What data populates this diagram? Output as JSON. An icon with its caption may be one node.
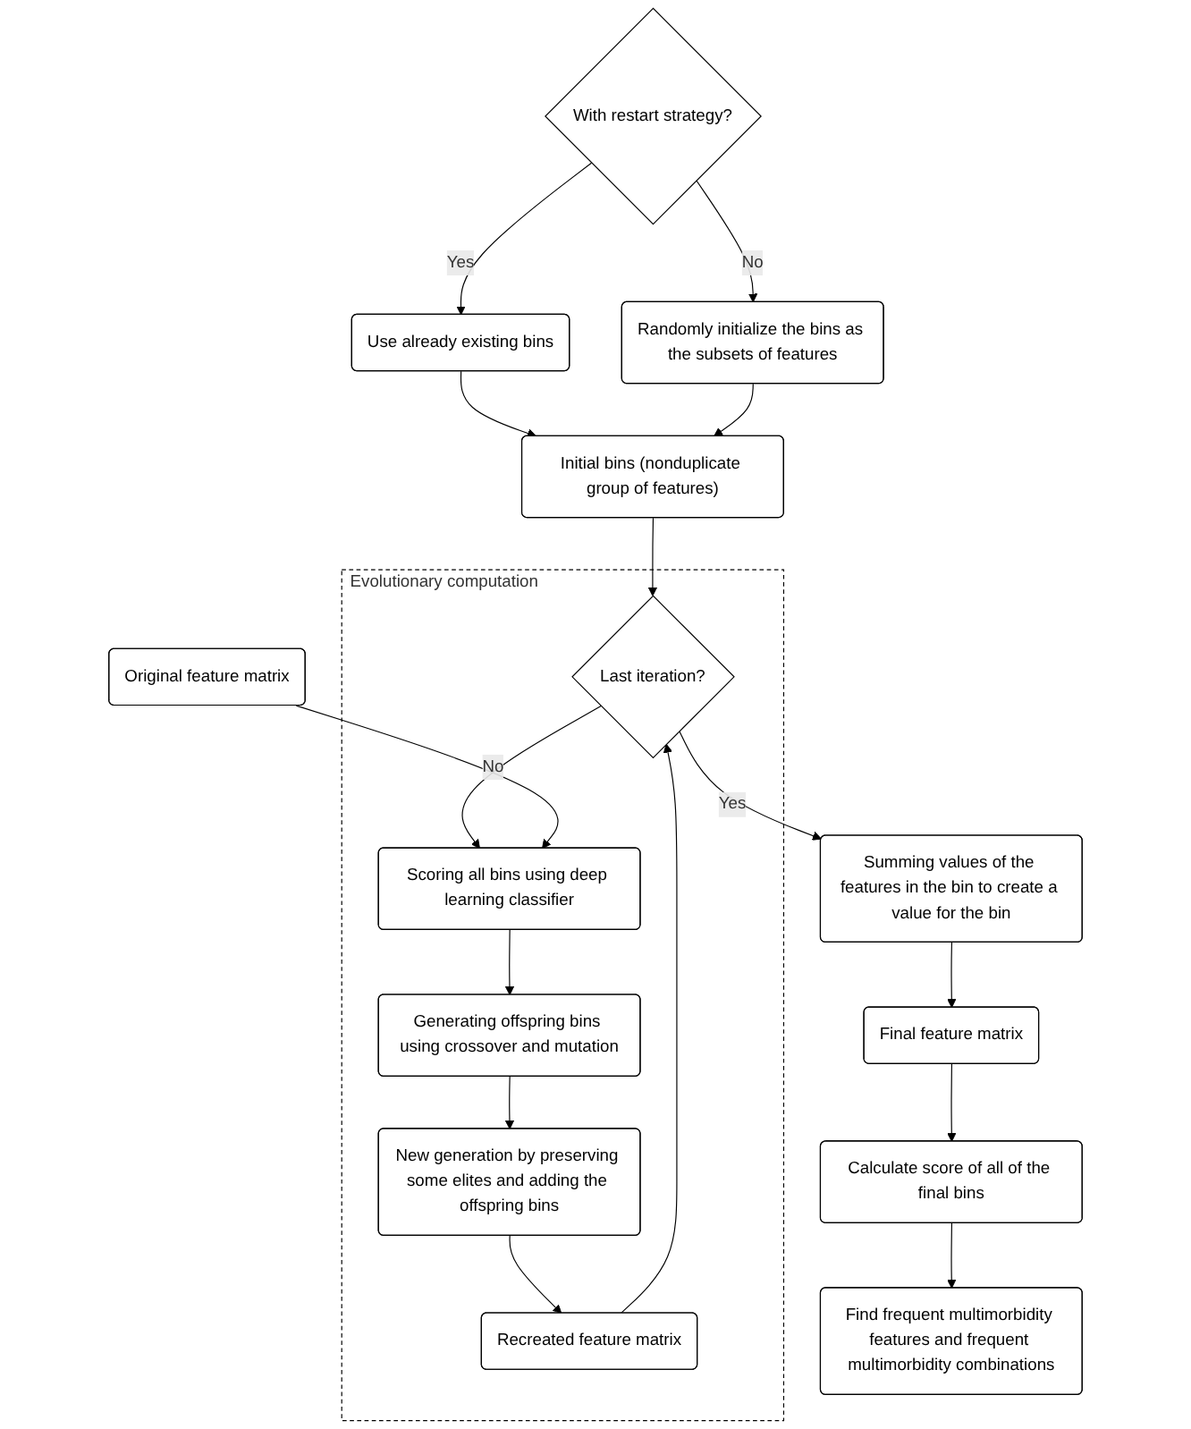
{
  "diagram": {
    "nodes": [
      {
        "text": [
          "With restart strategy?"
        ]
      },
      {
        "text": [
          "Randomly initialize the bins as the subsets of features"
        ]
      },
      {
        "text": [
          "Use already existing bins"
        ]
      },
      {
        "text": [
          "Initial bins (nonduplicate group of features)"
        ]
      },
      {
        "text": [
          "Evolutionary computation"
        ]
      },
      {
        "text": [
          "Recreated feature matrix"
        ],
        "in": 4
      },
      {
        "text": [
          "Last iteration?"
        ],
        "in": 4
      },
      {
        "text": [
          "New generation by preserving some elites and adding the offspring bins"
        ],
        "in": 4
      },
      {
        "text": [
          "Generating offspring bins using crossover and mutation"
        ],
        "in": 4
      },
      {
        "text": [
          "Scoring all bins using deep learning classifier"
        ],
        "in": 4
      },
      {
        "text": [
          "Summing values of the features in the bin to create a value for the bin"
        ]
      },
      {
        "text": [
          "Original feature matrix"
        ]
      },
      {
        "text": [
          "Final feature matrix"
        ]
      },
      {
        "text": [
          "Calculate score of all of the final bins"
        ]
      },
      {
        "text": [
          "Find frequent multimorbidity features and frequent multimorbidity combinations"
        ]
      }
    ],
    "edges": [
      {
        "from": 0,
        "to": 1,
        "arrow": "to",
        "label": "No"
      },
      {
        "from": 0,
        "to": 2,
        "arrow": "to",
        "label": "Yes"
      },
      {
        "from": 2,
        "to": 3,
        "arrow": "to"
      },
      {
        "from": 1,
        "to": 3,
        "arrow": "to"
      },
      {
        "from": 3,
        "to": 6,
        "arrow": "to"
      },
      {
        "from": 5,
        "to": 6,
        "arrow": "to"
      },
      {
        "from": 6,
        "to": 9,
        "arrow": "to",
        "label": "No"
      },
      {
        "from": 6,
        "to": 10,
        "arrow": "to",
        "label": "Yes"
      },
      {
        "from": 9,
        "to": 8,
        "arrow": "to"
      },
      {
        "from": 8,
        "to": 7,
        "arrow": "to"
      },
      {
        "from": 7,
        "to": 5,
        "arrow": "to"
      },
      {
        "from": 11,
        "to": 9,
        "arrow": "to"
      },
      {
        "from": 10,
        "to": 12,
        "arrow": "to"
      },
      {
        "from": 12,
        "to": 13,
        "arrow": "to"
      },
      {
        "from": 13,
        "to": 14,
        "arrow": "to"
      }
    ]
  }
}
